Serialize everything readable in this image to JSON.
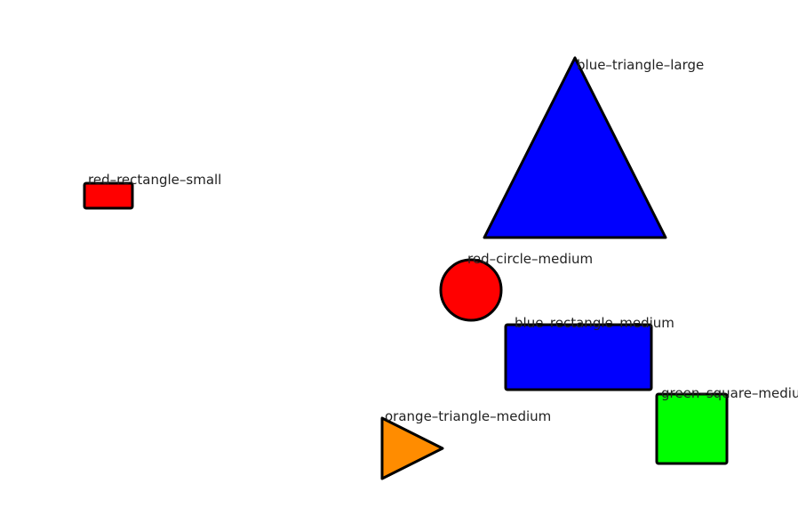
{
  "shapes": [
    {
      "id": "red-rectangle-small",
      "label": "red–rectangle–small",
      "kind": "rectangle",
      "color": "#ff0000",
      "size": "small"
    },
    {
      "id": "blue-triangle-large",
      "label": "blue–triangle–large",
      "kind": "triangle",
      "color": "#0000ff",
      "size": "large"
    },
    {
      "id": "red-circle-medium",
      "label": "red–circle–medium",
      "kind": "circle",
      "color": "#ff0000",
      "size": "medium"
    },
    {
      "id": "blue-rectangle-medium",
      "label": "blue–rectangle–medium",
      "kind": "rectangle",
      "color": "#0000ff",
      "size": "medium"
    },
    {
      "id": "green-square-medium",
      "label": "green–square–medium",
      "kind": "square",
      "color": "#00ff00",
      "size": "medium"
    },
    {
      "id": "orange-triangle-medium",
      "label": "orange–triangle–medium",
      "kind": "triangle",
      "color": "#ff8c00",
      "size": "medium"
    }
  ],
  "stroke_color": "#000000"
}
